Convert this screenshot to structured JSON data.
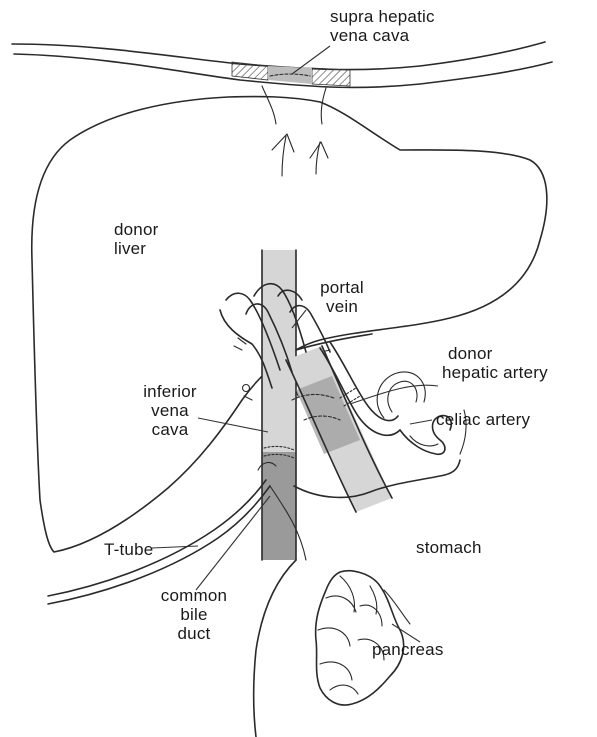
{
  "labels": {
    "supra_hepatic": [
      "supra hepatic",
      "vena cava"
    ],
    "donor_liver": [
      "donor",
      "liver"
    ],
    "portal_vein": [
      "portal",
      "vein"
    ],
    "donor_hepatic_artery": [
      "donor",
      "hepatic artery"
    ],
    "inferior_vena_cava": [
      "inferior",
      "vena",
      "cava"
    ],
    "celiac_artery": "celiac artery",
    "t_tube": "T-tube",
    "stomach": "stomach",
    "common_bile_duct": [
      "common",
      "bile",
      "duct"
    ],
    "pancreas": "pancreas"
  },
  "colors": {
    "line": "#2a2a2a",
    "shade_dark": "#9a9a9a",
    "shade_light": "#d6d6d6",
    "background": "#ffffff"
  }
}
